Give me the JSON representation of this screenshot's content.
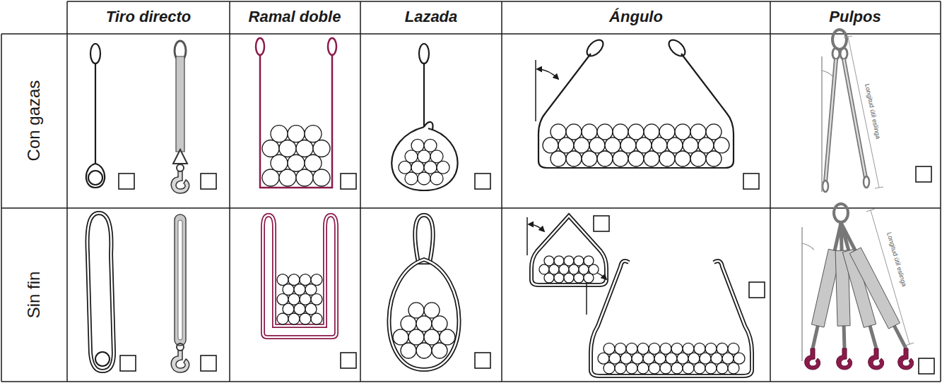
{
  "diagram": {
    "labels": [
      "Tiro directo",
      "Ramal doble",
      "Lazada",
      "Ángulo",
      "Pulpos",
      "Con gazas",
      "Sin fin",
      "Longitud útil eslinga",
      "Longitud útil eslinga"
    ]
  }
}
